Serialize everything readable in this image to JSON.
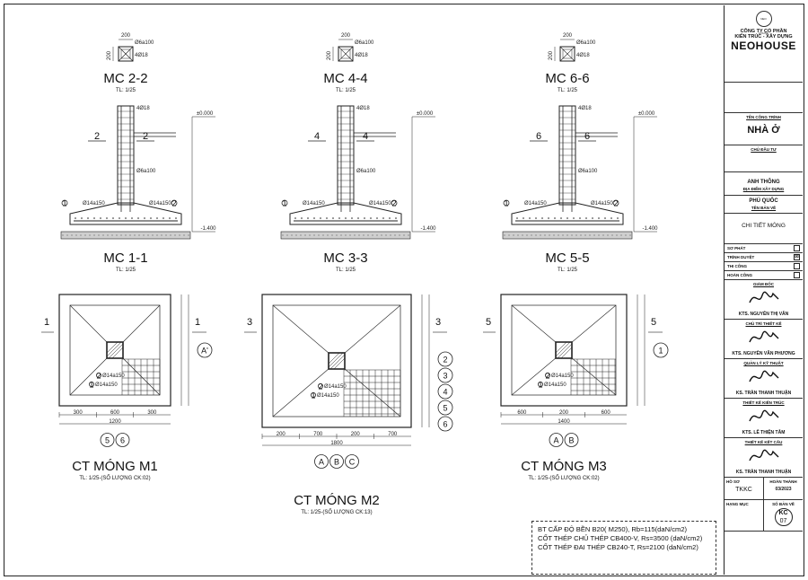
{
  "sections": [
    {
      "top_title": "MC 2-2",
      "top_scale": "TL: 1/25",
      "section_title": "MC 1-1",
      "section_scale": "TL: 1/25",
      "cut": "2",
      "plan_title": "CT MÓNG M1",
      "plan_note": "TL: 1/25-(SỐ LƯỢNG CK:02)",
      "plan_axis": "1",
      "bottom_axes": [
        "5",
        "6"
      ],
      "side_axes": [
        "A'"
      ],
      "dims_bottom": [
        "300",
        "600",
        "300"
      ],
      "dim_total": "1200"
    },
    {
      "top_title": "MC 4-4",
      "top_scale": "TL: 1/25",
      "section_title": "MC 3-3",
      "section_scale": "TL: 1/25",
      "cut": "4",
      "plan_title": "CT MÓNG M2",
      "plan_note": "TL: 1/25-(SỐ LƯỢNG CK:13)",
      "plan_axis": "3",
      "bottom_axes": [
        "A",
        "B",
        "C"
      ],
      "side_axes": [
        "2",
        "3",
        "4",
        "5",
        "6"
      ],
      "dims_bottom": [
        "200",
        "700",
        "200",
        "700"
      ],
      "dim_total": "1800"
    },
    {
      "top_title": "MC 6-6",
      "top_scale": "TL: 1/25",
      "section_title": "MC 5-5",
      "section_scale": "TL: 1/25",
      "cut": "6",
      "plan_title": "CT MÓNG M3",
      "plan_note": "TL: 1/25-(SỐ LƯỢNG CK:02)",
      "plan_axis": "5",
      "bottom_axes": [
        "A",
        "B"
      ],
      "side_axes": [
        "1"
      ],
      "dims_bottom": [
        "600",
        "200",
        "600"
      ],
      "dim_total": "1400"
    }
  ],
  "labels": {
    "top_dim_w": "200",
    "top_dim_h": "200",
    "tie": "Ø6a100",
    "bars": "4Ø18",
    "stirrup": "Ø6a100",
    "mesh": "Ø14a150",
    "level_top": "±0.000",
    "level_bot": "-1.400",
    "mark1": "1",
    "mark2": "2"
  },
  "notes": [
    "BT CẤP ĐỘ BỀN B20( M250), Rb=115(daN/cm2)",
    "CỐT THÉP CHỦ THÉP CB400-V, Rs=3500 (daN/cm2)",
    "CỐT THÉP ĐAI THÉP CB240-T, Rs=2100 (daN/cm2)"
  ],
  "title_block": {
    "logo_text": "NEO HOUSE",
    "company_1": "CÔNG TY CỔ PHẦN",
    "company_2": "KIẾN TRÚC - XÂY DỰNG",
    "brand": "NEOHOUSE",
    "project_cap": "TÊN CÔNG TRÌNH",
    "project": "NHÀ Ở",
    "owner_cap": "CHỦ ĐẦU TƯ",
    "owner": "ANH THÔNG",
    "site_cap": "ĐỊA ĐIỂM XÂY DỰNG",
    "site": "PHÚ QUỐC",
    "drawing_cap": "TÊN BẢN VẼ",
    "drawing": "CHI TIẾT MÓNG",
    "statuses": [
      {
        "label": "SƠ PHÁT",
        "mark": ""
      },
      {
        "label": "TRÌNH DUYỆT",
        "mark": "☒"
      },
      {
        "label": "THI CÔNG",
        "mark": ""
      },
      {
        "label": "HOÀN CÔNG",
        "mark": ""
      }
    ],
    "signers": [
      {
        "role": "GIÁM ĐỐC",
        "name": "KTS. NGUYỄN THỊ VÂN"
      },
      {
        "role": "CHỦ TRÌ THIẾT KẾ",
        "name": "KTS. NGUYỄN VĂN PHƯƠNG"
      },
      {
        "role": "QUẢN LÝ KỸ THUẬT",
        "name": "KS. TRẦN THANH THUẬN"
      },
      {
        "role": "THIẾT KẾ KIẾN TRÚC",
        "name": "KTS. LÊ THIỆN TÂM"
      },
      {
        "role": "THIẾT KẾ KẾT CẤU",
        "name": "KS. TRẦN THANH THUẬN"
      }
    ],
    "file_cap": "HỒ SƠ",
    "file": "TKKC",
    "done_cap": "HOÀN THÀNH",
    "done": "03/2023",
    "item_cap": "HẠNG MỤC",
    "sheet_cap": "SỐ BẢN VẼ",
    "sheet_code": "KC",
    "sheet_no": "07"
  }
}
